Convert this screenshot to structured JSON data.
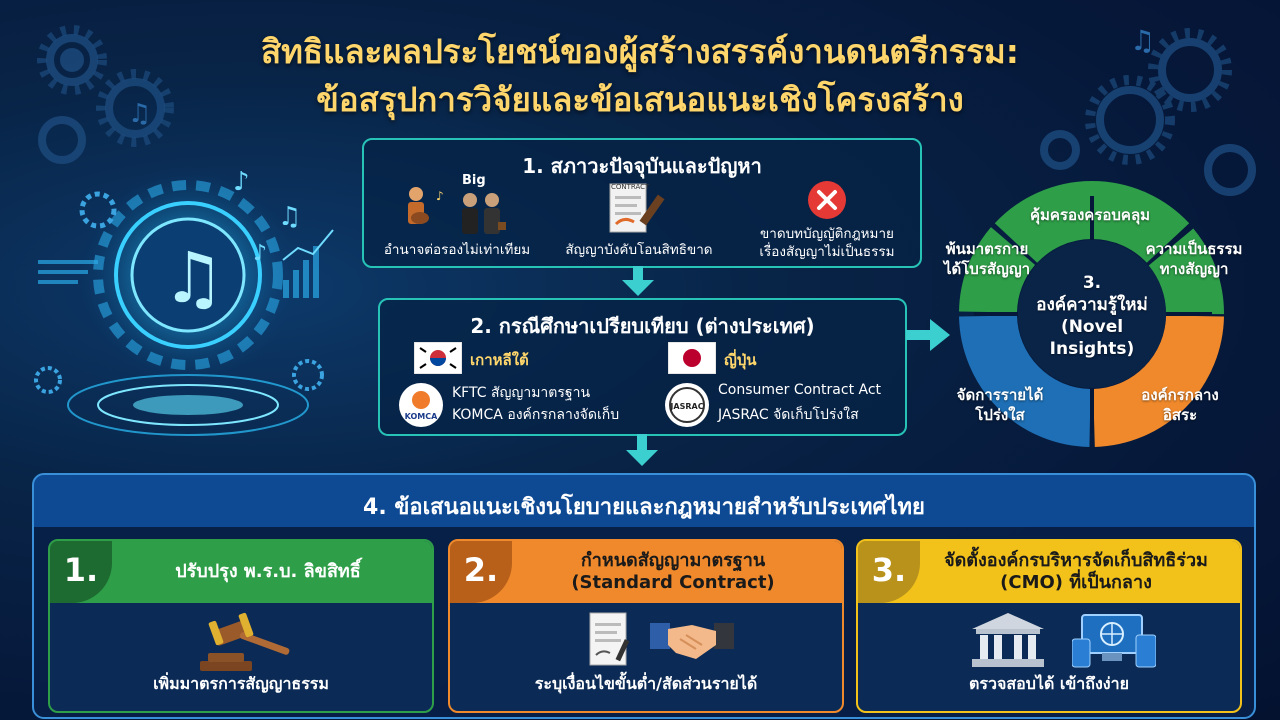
{
  "title": {
    "line1": "สิทธิและผลประโยชน์ของผู้สร้างสรรค์งานดนตรีกรรม:",
    "line2": "ข้อสรุปการวิจัยและข้อเสนอแนะเชิงโครงสร้าง"
  },
  "section1": {
    "title": "1. สภาวะปัจจุบันและปัญหา",
    "big_label": "Big",
    "contract_label": "CONTRACT",
    "items": [
      {
        "icon": "musician-vs-big-company-icon",
        "text": "อำนาจต่อรองไม่เท่าเทียม"
      },
      {
        "icon": "contract-signing-icon",
        "text": "สัญญาบังคับโอนสิทธิขาด"
      },
      {
        "icon": "red-x-icon",
        "text1": "ขาดบทบัญญัติกฎหมาย",
        "text2": "เรื่องสัญญาไม่เป็นธรรม"
      }
    ]
  },
  "section2": {
    "title": "2. กรณีศึกษาเปรียบเทียบ (ต่างประเทศ)",
    "korea": {
      "country": "เกาหลีใต้",
      "line1": "KFTC สัญญามาตรฐาน",
      "line2": "KOMCA องค์กรกลางจัดเก็บ",
      "logo": "KOMCA"
    },
    "japan": {
      "country": "ญี่ปุ่น",
      "line1": "Consumer Contract Act",
      "line2": "JASRAC จัดเก็บโปร่งใส",
      "logo": "JASRAC"
    }
  },
  "section3": {
    "center1": "3.",
    "center2": "องค์ความรู้ใหม่",
    "center3": "(Novel",
    "center4": "Insights)",
    "segments": [
      {
        "text": "คุ้มครองครอบคลุม",
        "color": "#2e9e48"
      },
      {
        "text1": "ความเป็นธรรม",
        "text2": "ทางสัญญา",
        "color": "#2e9e48"
      },
      {
        "text1": "องค์กรกลาง",
        "text2": "อิสระ",
        "color": "#f0892b"
      },
      {
        "text1": "จัดการรายได้",
        "text2": "โปร่งใส",
        "color": "#1e6fb5"
      },
      {
        "text1": "พ้นมาตรกาย",
        "text2": "ได้โบรสัญญา",
        "color": "#2e9e48"
      }
    ]
  },
  "section4": {
    "title": "4. ข้อเสนอแนะเชิงนโยบายและกฎหมายสำหรับประเทศไทย",
    "cards": [
      {
        "num": "1.",
        "title": "ปรับปรุง พ.ร.บ. ลิขสิทธิ์",
        "footer": "เพิ่มมาตรการสัญญาธรรม",
        "icon": "gavel-icon",
        "color": "#2e9e48"
      },
      {
        "num": "2.",
        "title1": "กำหนดสัญญามาตรฐาน",
        "title2": "(Standard Contract)",
        "footer": "ระบุเงื่อนไขขั้นต่ำ/สัดส่วนรายได้",
        "icon": "handshake-icon",
        "color": "#f0892b"
      },
      {
        "num": "3.",
        "title1": "จัดตั้งองค์กรบริหารจัดเก็บสิทธิร่วม",
        "title2": "(CMO) ที่เป็นกลาง",
        "footer": "ตรวจสอบได้ เข้าถึงง่าย",
        "icon": "institution-devices-icon",
        "color": "#f2c21b"
      }
    ]
  }
}
